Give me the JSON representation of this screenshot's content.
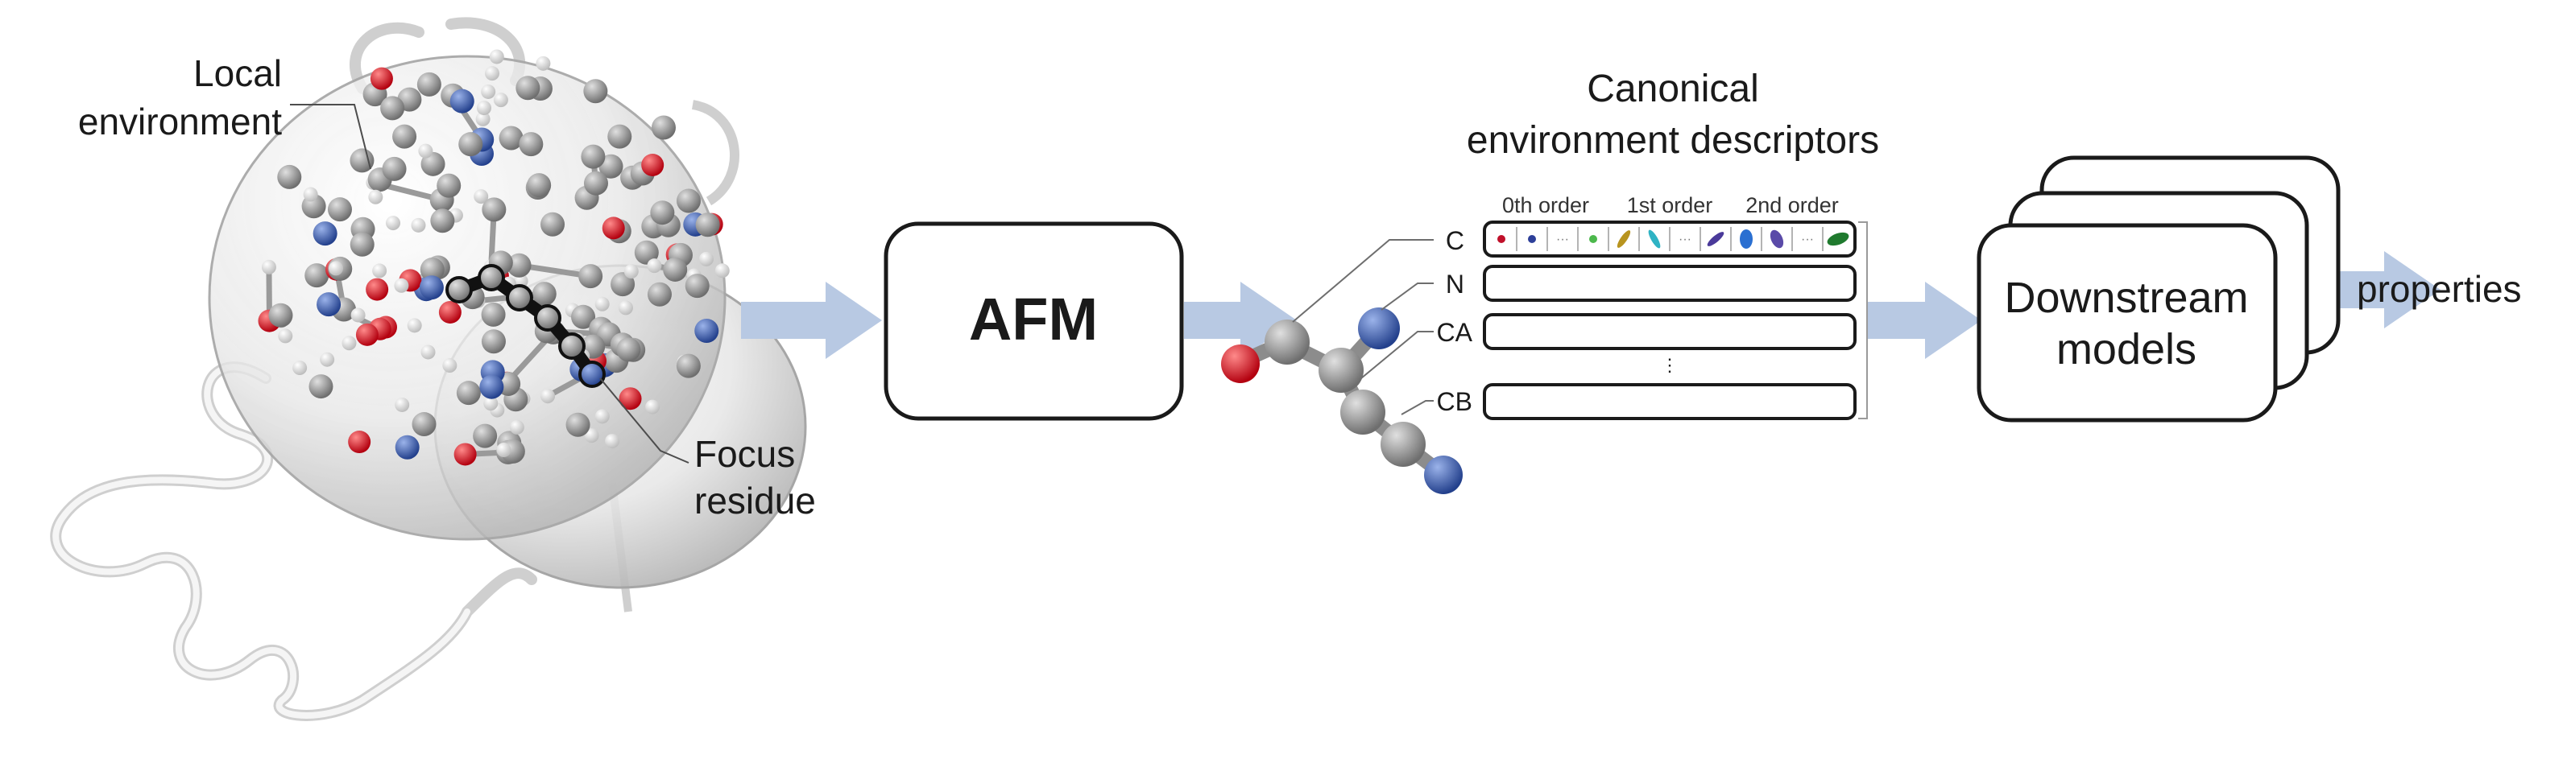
{
  "palette": {
    "carbon": "#8c8c8c",
    "oxygen": "#e31a1c",
    "nitrogen": "#3b5fb3",
    "hydrogen": "#f2f2f2",
    "arrow": "#b8c9e3",
    "box_stroke": "#1a1a1a",
    "sphere": "#d9d9d9"
  },
  "left": {
    "local_label": [
      "Local",
      "environment"
    ],
    "focus_label": [
      "Focus",
      "residue"
    ]
  },
  "afm": {
    "label": "AFM"
  },
  "descriptors": {
    "title": [
      "Canonical",
      "environment descriptors"
    ],
    "orders": [
      "0th order",
      "1st order",
      "2nd order"
    ],
    "rows": [
      "C",
      "N",
      "CA",
      "CB"
    ],
    "ellipsis": "⋮",
    "cell_ellipsis": "···"
  },
  "downstream": {
    "label": [
      "Downstream",
      "models"
    ]
  },
  "output": {
    "label": "properties"
  },
  "icons": [
    "protein-structure-icon",
    "residue-molecule-icon",
    "descriptor-glyph-icons"
  ]
}
